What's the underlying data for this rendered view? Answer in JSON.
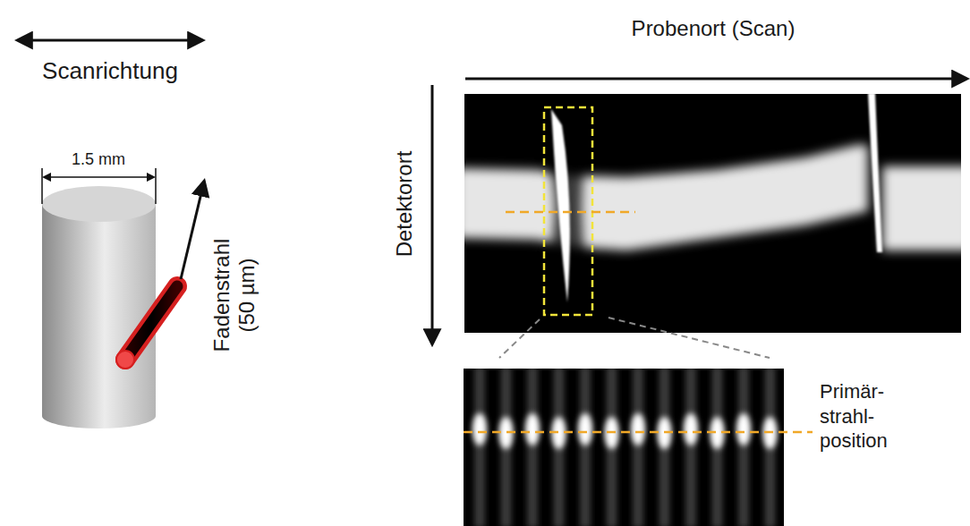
{
  "diagram": {
    "labels": [
      "Scanrichtung",
      "1.5 mm",
      "Fadenstrahl (50 µm)",
      "Probenort (Scan)",
      "Detektorort",
      "Primär- strahl- position"
    ]
  }
}
